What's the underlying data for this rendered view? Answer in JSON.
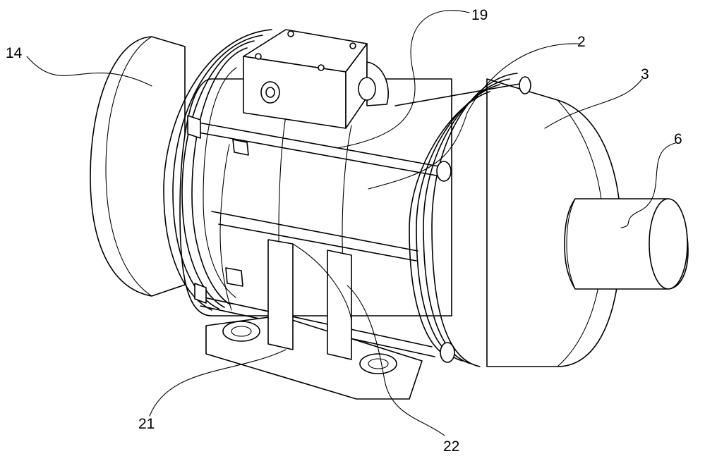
{
  "figure": {
    "labels": {
      "l14": "14",
      "l19": "19",
      "l2": "2",
      "l3": "3",
      "l6": "6",
      "l21": "21",
      "l22": "22"
    }
  }
}
